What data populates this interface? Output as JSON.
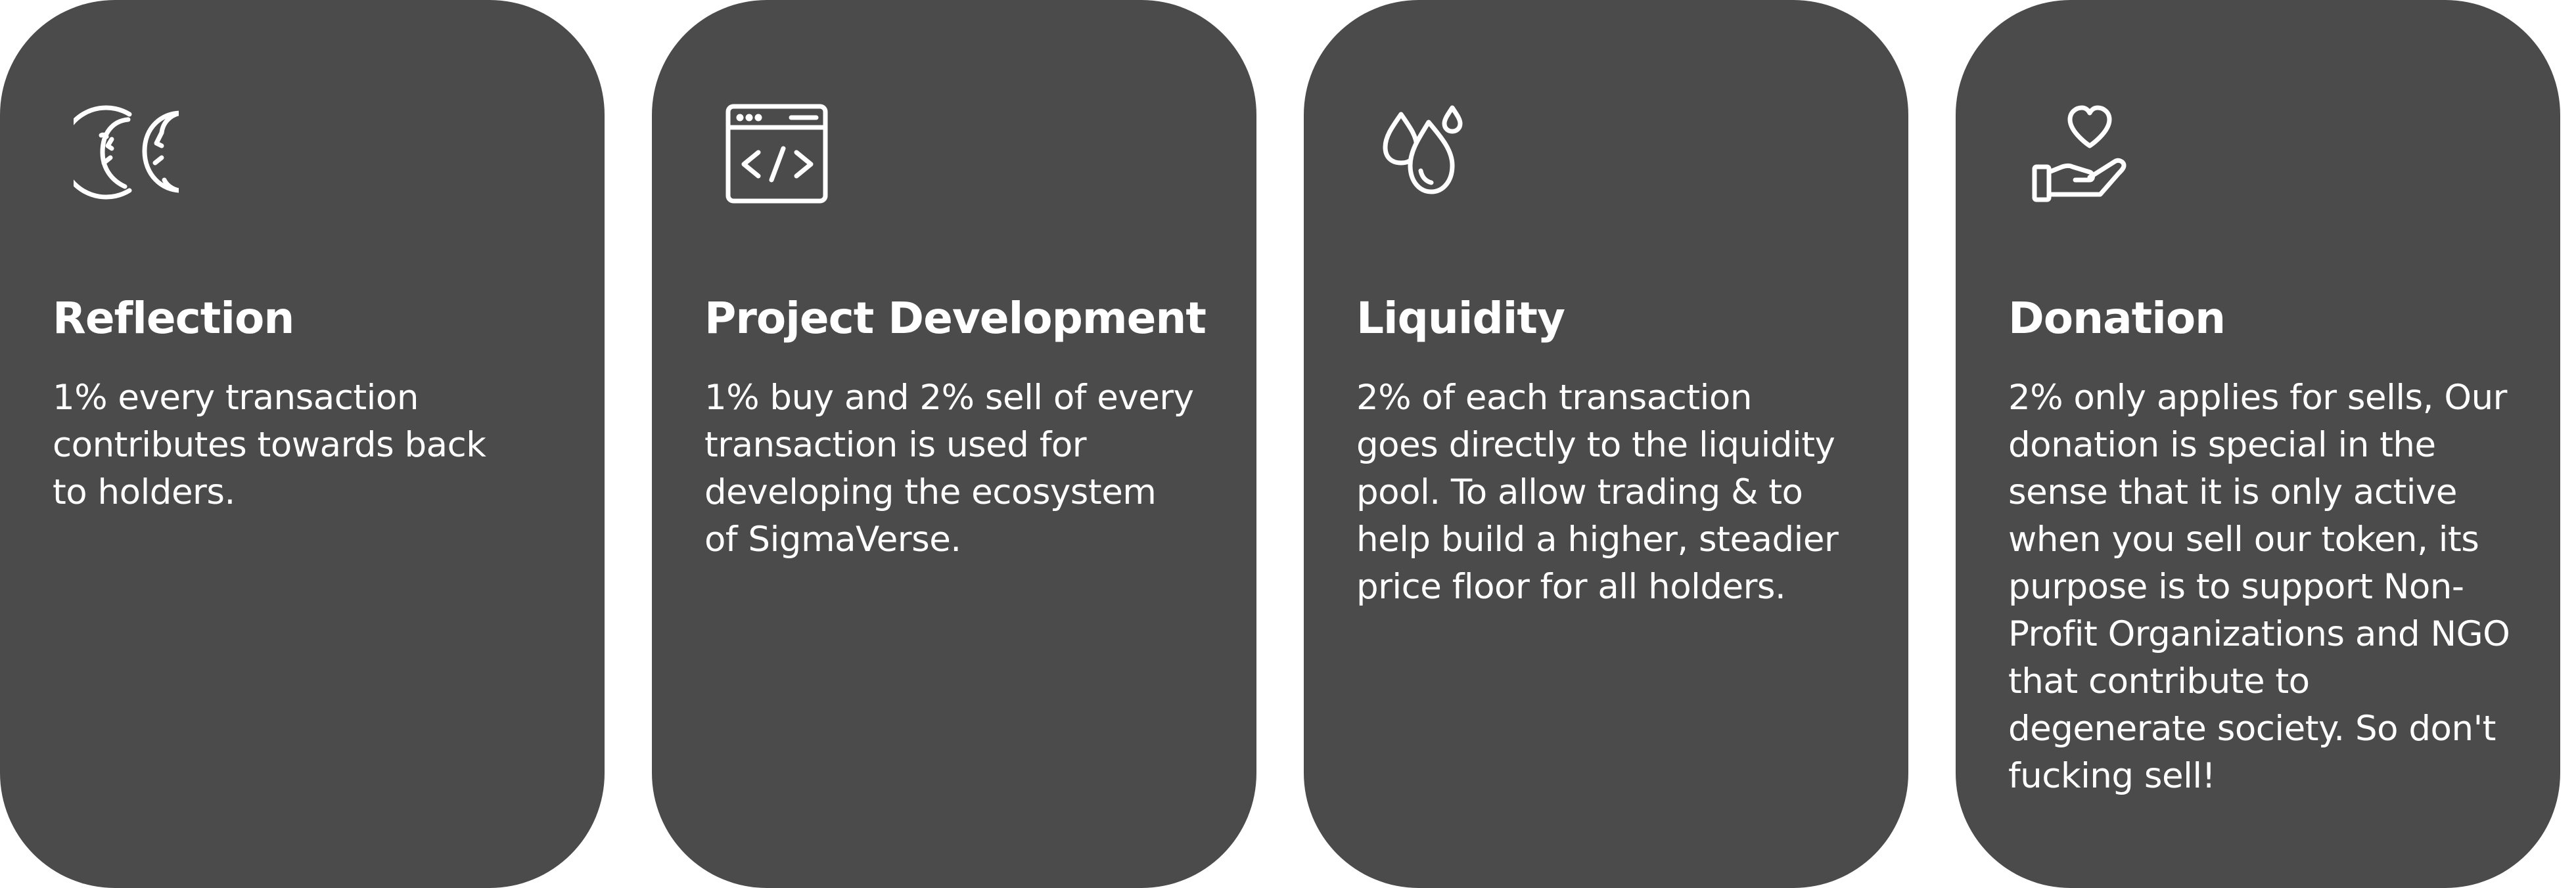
{
  "colors": {
    "card_background": "#4b4b4b",
    "text": "#ffffff",
    "page_background": "#ffffff"
  },
  "cards": [
    {
      "icon": "two-faces-icon",
      "title": "Reflection",
      "lines": [
        "1% every transaction",
        "contributes towards back",
        "to holders."
      ]
    },
    {
      "icon": "code-window-icon",
      "title": "Project Development",
      "lines": [
        "1% buy and 2% sell of every",
        "transaction is used for",
        "developing the ecosystem",
        "of SigmaVerse."
      ]
    },
    {
      "icon": "water-drops-icon",
      "title": "Liquidity",
      "lines": [
        "2% of each transaction",
        "goes directly to the liquidity",
        "pool. To allow trading & to",
        "help build a higher, steadier",
        "price floor for all holders."
      ]
    },
    {
      "icon": "heart-in-hand-icon",
      "title": "Donation",
      "lines": [
        "2% only applies for sells, Our",
        "donation is special in the",
        "sense that it is only active",
        "when you sell our token, its",
        "purpose is to support Non-",
        "Profit Organizations and NGO",
        "that contribute to",
        "degenerate society. So don't",
        "fucking sell!"
      ]
    }
  ]
}
